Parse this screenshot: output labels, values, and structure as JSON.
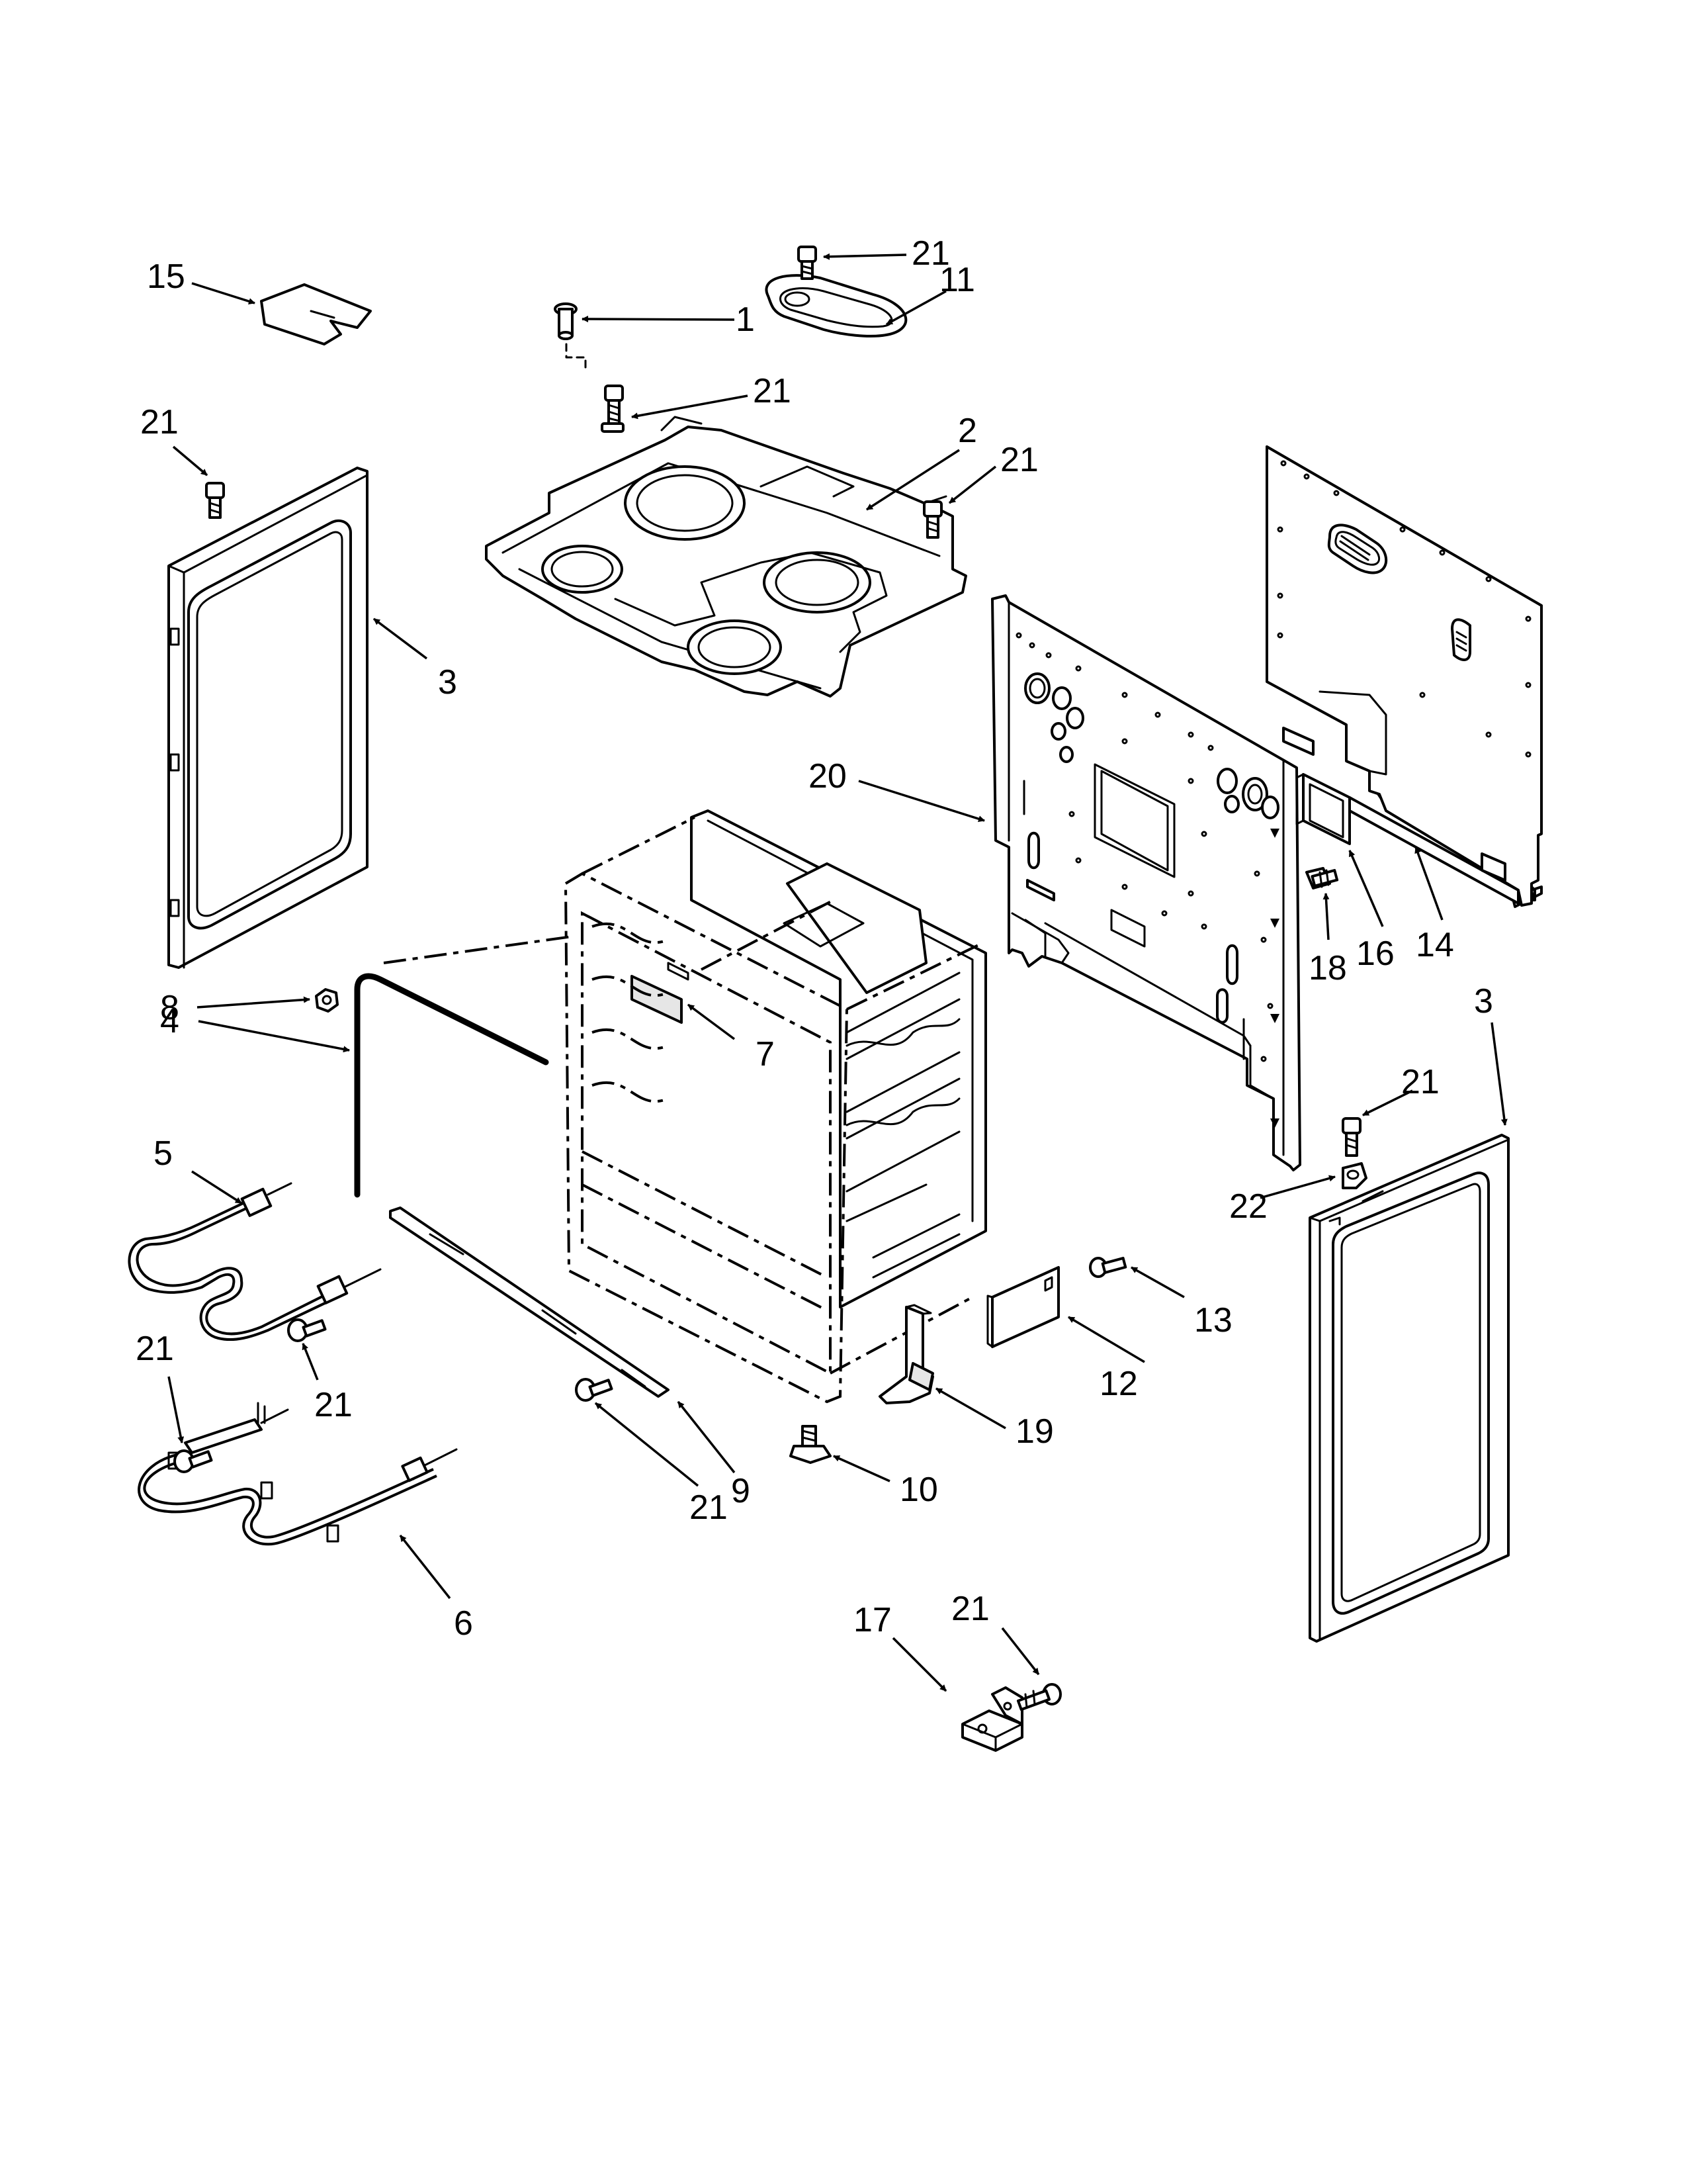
{
  "callouts": {
    "c15": "15",
    "c21_topmost": "21",
    "c11": "11",
    "c1": "1",
    "c21_above_cooktop": "21",
    "c2": "2",
    "c21_cooktop_right": "21",
    "c21_left_panel": "21",
    "c3_left": "3",
    "c20": "20",
    "c18": "18",
    "c16": "16",
    "c14": "14",
    "c3_right": "3",
    "c8": "8",
    "c7": "7",
    "c4": "4",
    "c21_right_panel": "21",
    "c22": "22",
    "c5": "5",
    "c13": "13",
    "c12": "12",
    "c21_left_element": "21",
    "c21_bake_element": "21",
    "c19": "19",
    "c21_rail": "21",
    "c9": "9",
    "c10": "10",
    "c6": "6",
    "c17": "17",
    "c21_bracket": "21"
  }
}
